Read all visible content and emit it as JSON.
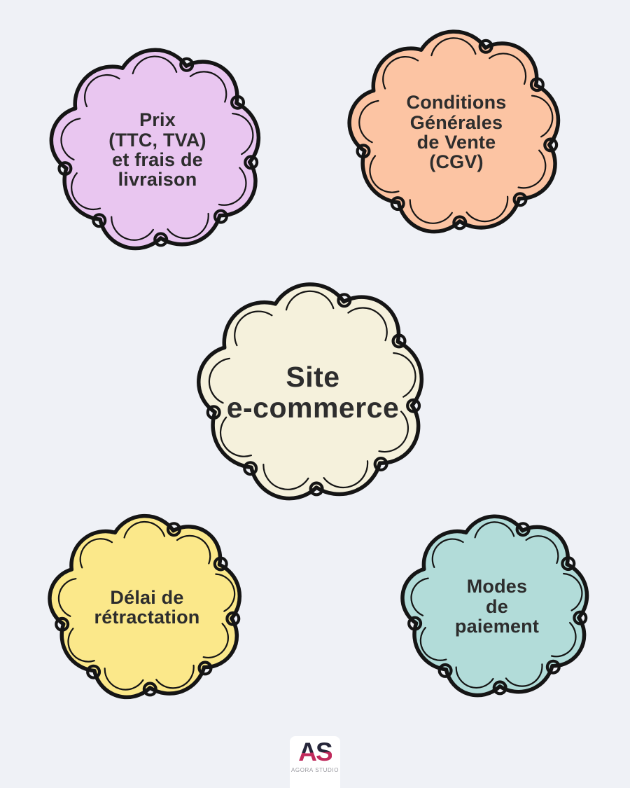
{
  "canvas": {
    "background": "#eff1f6",
    "outline_color": "#151515",
    "text_color": "#2d2d2d"
  },
  "bubbles": [
    {
      "name": "prix",
      "fill": "#e9c6f0",
      "lines": [
        "Prix",
        "(TTC, TVA)",
        "et frais de",
        "livraison"
      ]
    },
    {
      "name": "cgv",
      "fill": "#fcc4a3",
      "lines": [
        "Conditions",
        "Générales",
        "de Vente",
        "(CGV)"
      ]
    },
    {
      "name": "site-ecommerce",
      "fill": "#f5f1dc",
      "lines": [
        "Site",
        "e-commerce"
      ]
    },
    {
      "name": "delai",
      "fill": "#fbe88a",
      "lines": [
        "Délai de",
        "rétractation"
      ]
    },
    {
      "name": "modes-paiement",
      "fill": "#b2dcd9",
      "lines": [
        "Modes",
        "de",
        "paiement"
      ]
    }
  ],
  "footer": {
    "monogram": "AS",
    "studio_name": "AGORA STUDIO",
    "monogram_dark": "#26263a",
    "monogram_pink": "#c02a5c"
  }
}
